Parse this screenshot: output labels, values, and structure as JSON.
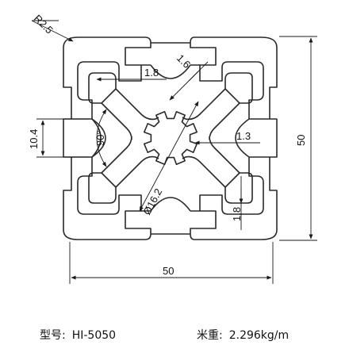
{
  "dimensions": {
    "corner_radius": "R2.5",
    "slot_wall_left": "1.8",
    "slot_wall_diag": "1.6",
    "slot_opening": "10.4",
    "slot_angle": "90°",
    "center_wall": "1.3",
    "center_bore": "Ø16.2",
    "slot_depth_wall": "1.8",
    "width": "50",
    "height": "50"
  },
  "footer": {
    "model_label": "型号:",
    "model_value": "HI-5050",
    "weight_label": "米重:",
    "weight_value": "2.296kg/m"
  },
  "colors": {
    "outline": "#2a2a2a",
    "dimension": "#1a1a1a",
    "background": "#ffffff"
  }
}
